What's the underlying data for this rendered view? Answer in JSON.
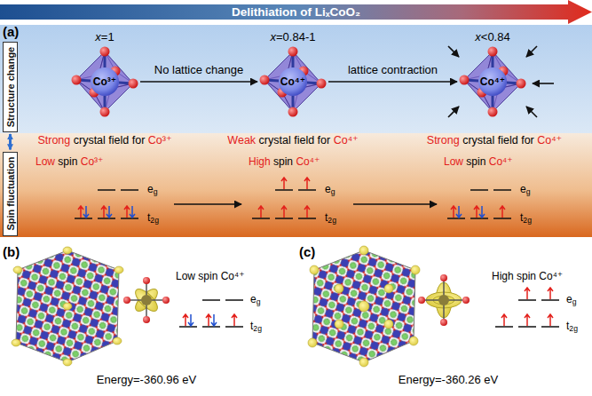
{
  "diagram": {
    "nodes": [
      {
        "text": [
          "Delithiation of LiₓCoO₂"
        ]
      },
      {
        "text": [
          "Structure change"
        ]
      },
      {
        "text": [
          "Co³⁺"
        ]
      },
      {
        "text": [
          "Co⁴⁺"
        ]
      },
      {
        "text": [
          "Co⁴⁺"
        ]
      },
      {
        "text": [
          "Spin fluctuation"
        ]
      }
    ],
    "edges": [
      {
        "from": 1,
        "to": 5,
        "arrow": "both"
      },
      {
        "from": 2,
        "to": 3,
        "label": "No lattice change",
        "arrow": "to"
      },
      {
        "from": 3,
        "to": 4,
        "label": "lattice contraction",
        "arrow": "to"
      }
    ],
    "labels": [
      "(a)",
      "x=1",
      "x=0.84-1",
      "x<0.84",
      "Strong crystal field for Co³⁺",
      "Weak crystal field for Co⁴⁺",
      "Strong crystal field for Co⁴⁺",
      "Low spin Co³⁺",
      "eg",
      "t2g",
      "High spin Co⁴⁺",
      "eg",
      "t2g",
      "Low spin Co⁴⁺",
      "eg",
      "t2g",
      "(b)",
      "Low spin Co⁴⁺",
      "eg",
      "t2g",
      "Energy=-360.96 eV",
      "(c)",
      "High spin Co⁴⁺",
      "eg",
      "t2g",
      "Energy=-360.26 eV"
    ]
  }
}
